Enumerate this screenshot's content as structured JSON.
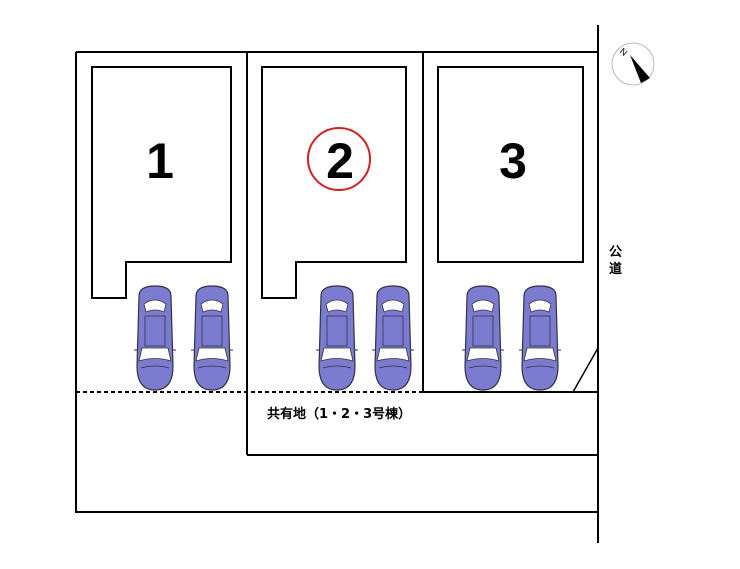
{
  "lots": [
    {
      "number": "1",
      "highlighted": false
    },
    {
      "number": "2",
      "highlighted": true
    },
    {
      "number": "3",
      "highlighted": false
    }
  ],
  "common_area_label": "共有地（1・2・3号棟）",
  "road_label": "公道",
  "compass_label": "N",
  "colors": {
    "car": "#7b7bd0",
    "highlight": "#d42020",
    "line": "#000000"
  }
}
